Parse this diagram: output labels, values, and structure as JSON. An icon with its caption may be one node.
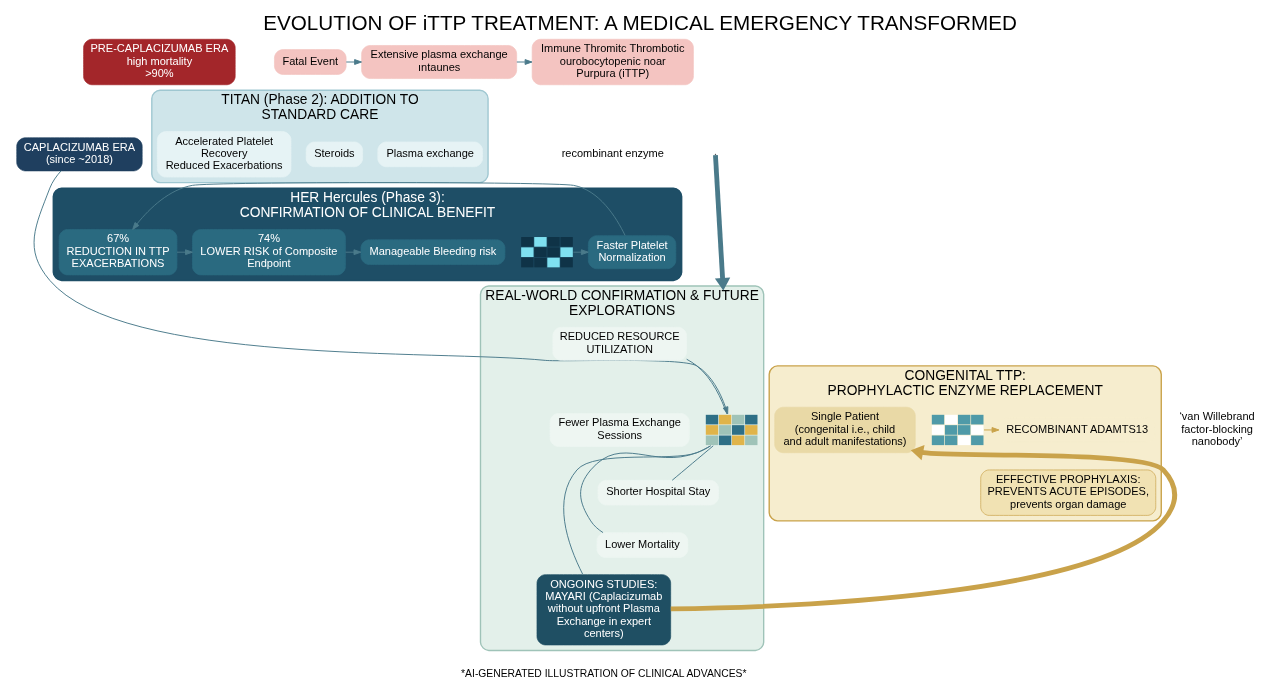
{
  "diagram": {
    "title": "EVOLUTION OF iTTP TREATMENT: A MEDICAL EMERGENCY TRANSFORMED",
    "caption": "*AI-GENERATED ILLUSTRATION OF CLINICAL ADVANCES*",
    "nodes": [
      {
        "text": [
          "PRE-CAPLACIZUMAB ERA",
          "high mortality",
          ">90%"
        ]
      },
      {
        "text": [
          "Fatal Event"
        ]
      },
      {
        "text": [
          "Extensive plasma exchange ıntaunes"
        ]
      },
      {
        "text": [
          "Immune Thromitc Thrombotic ourobocytopenic noar Purpura (iTTP)"
        ]
      },
      {
        "text": [
          "CAPLACIZUMAB ERA",
          "(since ~2018)"
        ]
      },
      {
        "text": [
          "TITAN (Phase 2): ADDITION TO STANDARD CARE"
        ]
      },
      {
        "text": [
          "Plasma exchange"
        ],
        "in": 5
      },
      {
        "text": [
          "Steroids"
        ],
        "in": 5
      },
      {
        "text": [
          "Accelerated Platelet Recovery",
          "Reduced Exacerbations"
        ],
        "in": 5
      },
      {
        "text": [
          "HER Hercules (Phase 3): CONFIRMATION OF CLINICAL BENEFIT"
        ]
      },
      {
        "text": [],
        "shape": "picture",
        "in": 9
      },
      {
        "text": [
          "Faster Platelet Normalization"
        ],
        "in": 9
      },
      {
        "text": [
          "67%",
          "REDUCTION IN TTP EXACERBATIONS"
        ],
        "in": 9
      },
      {
        "text": [
          "74%",
          "LOWER RISK of Composite Endpoint"
        ],
        "in": 9
      },
      {
        "text": [
          "Manageable Bleeding risk"
        ],
        "in": 9
      },
      {
        "text": [
          "REAL-WORLD CONFIRMATION & FUTURE EXPLORATIONS"
        ]
      },
      {
        "text": [],
        "shape": "picture",
        "in": 15
      },
      {
        "text": [
          "REDUCED RESOURCE UTILIZATION"
        ],
        "in": 15
      },
      {
        "text": [
          "Fewer Plasma Exchange Sessions"
        ],
        "in": 15
      },
      {
        "text": [
          "Shorter Hospital Stay"
        ],
        "in": 15
      },
      {
        "text": [
          "Lower Mortality"
        ],
        "in": 15
      },
      {
        "text": [
          "ONGOING STUDIES:",
          "MAYARI (Caplacizumab without upfront Plasma Exchange in expert centers)"
        ],
        "in": 15
      },
      {
        "text": [
          "CONGENITAL TTP:",
          "PROPHYLACTIC ENZYME REPLACEMENT"
        ]
      },
      {
        "text": [
          "Single Patient",
          "(congenital i.e., child and adult manifestations)"
        ],
        "in": 22
      },
      {
        "text": [],
        "shape": "picture",
        "in": 22
      },
      {
        "text": [
          "RECOMBINANT ADAMTS13"
        ],
        "in": 22
      },
      {
        "text": [
          "EFFECTIVE PROPHYLAXIS:",
          "PREVENTS ACUTE EPISODES, prevents organ damage"
        ],
        "in": 22
      }
    ],
    "edges": [
      {
        "from": 1,
        "to": 2,
        "arrow": "to"
      },
      {
        "from": 2,
        "to": 3,
        "arrow": "to"
      },
      {
        "from": 10,
        "to": 11,
        "arrow": "to"
      },
      {
        "from": 11,
        "to": 12,
        "arrow": "to"
      },
      {
        "from": 12,
        "to": 13,
        "arrow": "to"
      },
      {
        "from": 13,
        "to": 14,
        "arrow": "to"
      },
      {
        "from": 4,
        "to": 16,
        "arrow": "to"
      },
      {
        "from": null,
        "to": 15,
        "arrow": "to",
        "style": "thick"
      },
      {
        "from": 17,
        "to": 16,
        "arrow": "none"
      },
      {
        "from": 19,
        "to": 16,
        "arrow": "none"
      },
      {
        "from": 20,
        "to": 16,
        "arrow": "none"
      },
      {
        "from": 21,
        "to": 16,
        "arrow": "none"
      },
      {
        "from": 21,
        "to": 23,
        "arrow": "to",
        "style": "thick",
        "color": "#c9a24a"
      },
      {
        "from": 24,
        "to": 25,
        "arrow": "to",
        "color": "#c9a24a"
      }
    ],
    "labels": [
      "recombinant enzyme",
      "‘van Willebrand factor-blocking nanobody’"
    ]
  }
}
